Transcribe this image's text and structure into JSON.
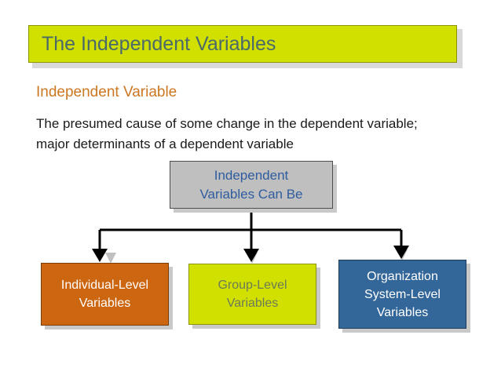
{
  "slide": {
    "title": "The Independent Variables",
    "subhead": "Independent Variable",
    "body": "The presumed cause of some change in the dependent variable; major determinants of a dependent variable"
  },
  "diagram": {
    "root": {
      "label": "Independent\nVariables Can Be",
      "line1": "Independent",
      "line2": "Variables Can Be",
      "fill": "#bfbfbf",
      "text_color": "#2f5c9e"
    },
    "children": [
      {
        "line1": "Individual-Level",
        "line2": "Variables",
        "fill": "#cc6611",
        "text_color": "#ffffff"
      },
      {
        "line1": "Group-Level",
        "line2": "Variables",
        "fill": "#d2e000",
        "text_color": "#6b7a55"
      },
      {
        "line1": "Organization",
        "line2": "System-Level",
        "line3": "Variables",
        "fill": "#336699",
        "text_color": "#ffffff"
      }
    ],
    "connector_color": "#000000"
  },
  "colors": {
    "title_fill": "#d2e000",
    "title_border": "#8a9400",
    "title_text": "#4a6a6a",
    "subhead_text": "#cc7722",
    "body_text": "#1a1a1a",
    "shadow": "#c9c9c9"
  }
}
